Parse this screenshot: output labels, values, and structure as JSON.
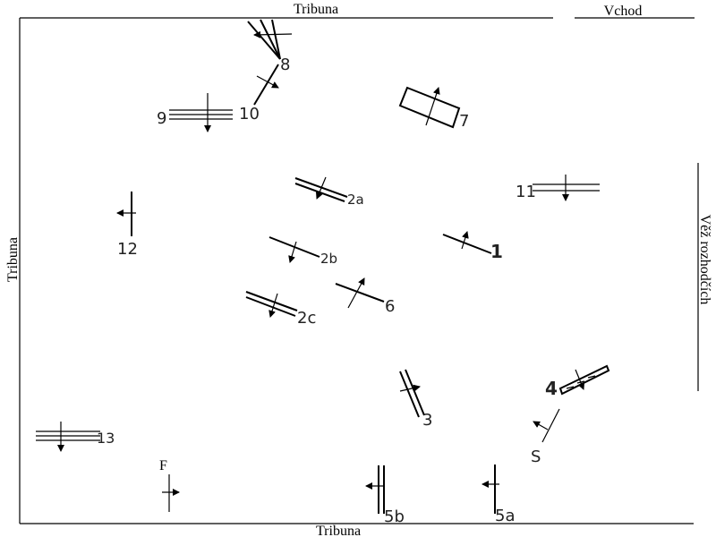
{
  "arena": {
    "top": "Tribuna",
    "bottom": "Tribuna",
    "left": "Tribuna",
    "right": "Věž rozhodčích",
    "entrance": "Vchod"
  },
  "obstacles": {
    "o1": "1",
    "o2a": "2a",
    "o2b": "2b",
    "o2c": "2c",
    "o3": "3",
    "o4": "4",
    "o5a": "5a",
    "o5b": "5b",
    "o6": "6",
    "o7": "7",
    "o8": "8",
    "o9": "9",
    "o10": "10",
    "o11": "11",
    "o12": "12",
    "o13": "13",
    "start": "S",
    "finish": "F"
  }
}
